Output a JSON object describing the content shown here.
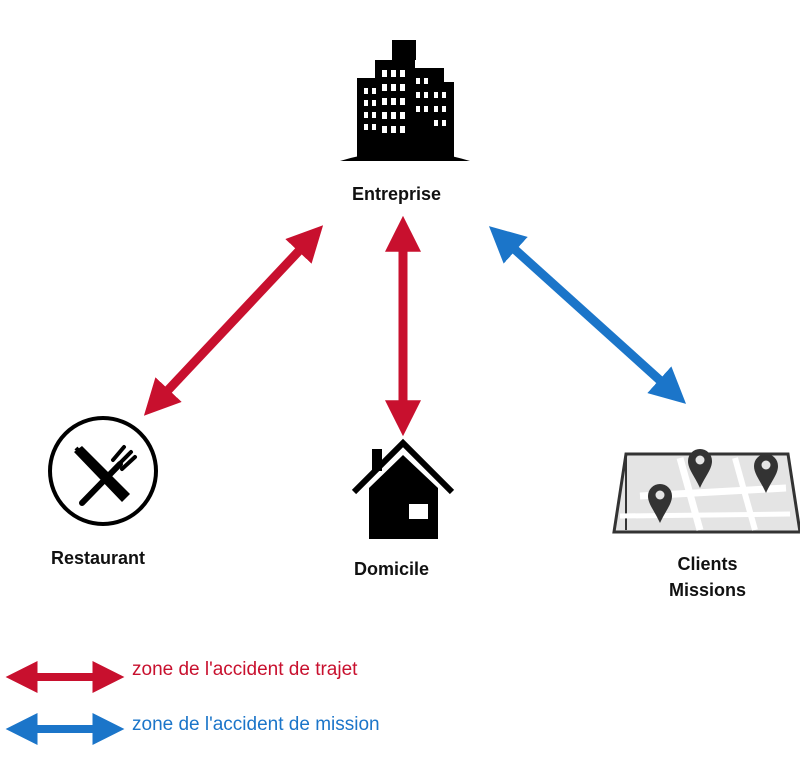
{
  "nodes": {
    "entreprise": {
      "label": "Entreprise",
      "icon": "office-buildings-icon"
    },
    "restaurant": {
      "label": "Restaurant",
      "icon": "fork-knife-icon"
    },
    "domicile": {
      "label": "Domicile",
      "icon": "house-icon"
    },
    "clients": {
      "label_line1": "Clients",
      "label_line2": "Missions",
      "icon": "map-pins-icon"
    }
  },
  "connections": [
    {
      "from": "Entreprise",
      "to": "Restaurant",
      "type": "trajet"
    },
    {
      "from": "Entreprise",
      "to": "Domicile",
      "type": "trajet"
    },
    {
      "from": "Entreprise",
      "to": "Clients Missions",
      "type": "mission"
    }
  ],
  "legend": {
    "trajet": {
      "text": "zone de l'accident  de trajet",
      "color": "#c8102e"
    },
    "mission": {
      "text": "zone de l'accident  de mission",
      "color": "#1b75c9"
    }
  },
  "colors": {
    "trajet": "#c8102e",
    "mission": "#1b75c9",
    "icon": "#000000"
  }
}
